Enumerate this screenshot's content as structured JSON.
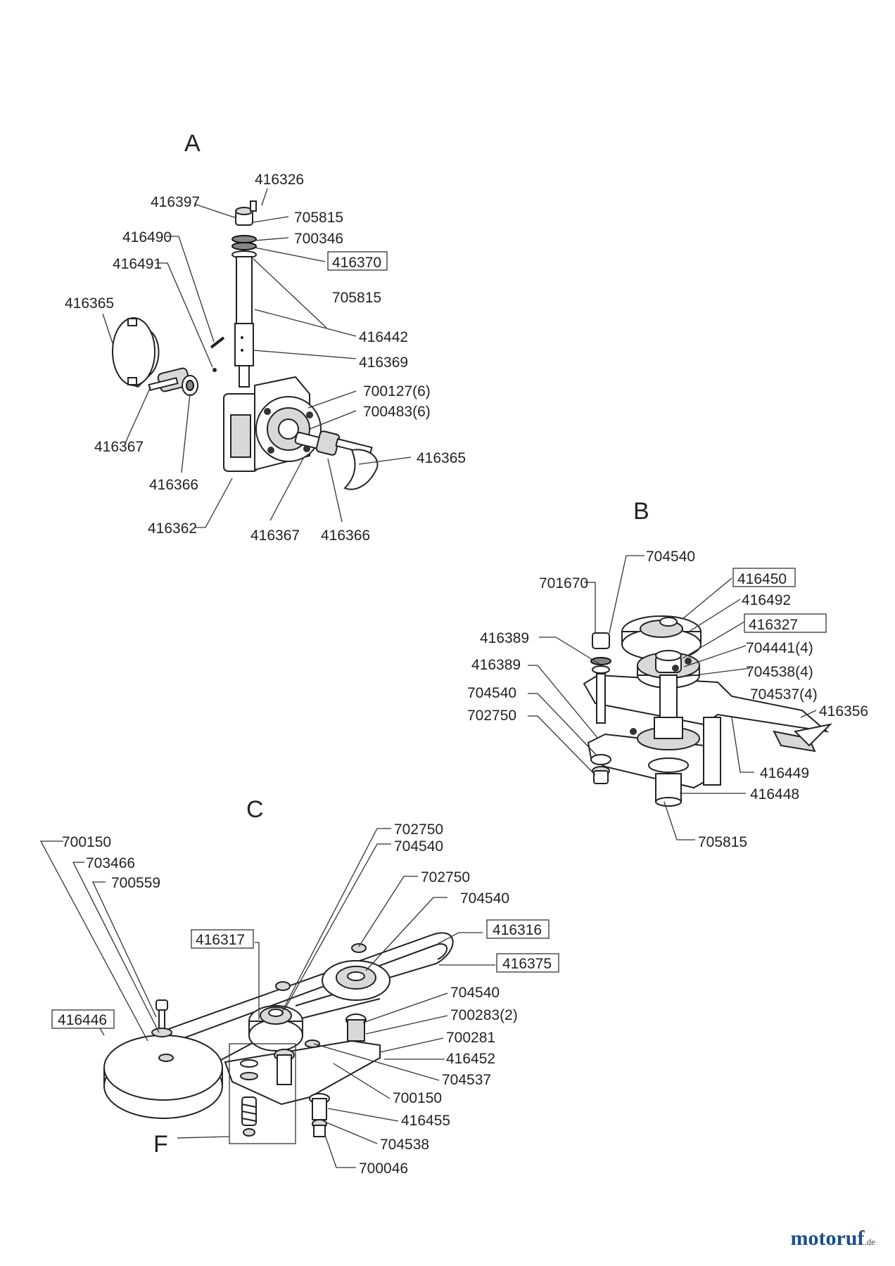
{
  "sections": {
    "A": {
      "letter": "A",
      "labels": [
        "416326",
        "416397",
        "705815",
        "700346",
        "416370",
        "416490",
        "416491",
        "705815",
        "416365",
        "416442",
        "416369",
        "700127(6)",
        "700483(6)",
        "416367",
        "416365",
        "416366",
        "416362",
        "416367",
        "416366"
      ]
    },
    "B": {
      "letter": "B",
      "labels": [
        "704540",
        "701670",
        "416450",
        "416492",
        "416389",
        "416327",
        "704441(4)",
        "416389",
        "704538(4)",
        "704537(4)",
        "704540",
        "416356",
        "702750",
        "416449",
        "416448",
        "705815"
      ]
    },
    "C": {
      "letter": "C",
      "labels": [
        "700150",
        "703466",
        "700559",
        "702750",
        "704540",
        "702750",
        "704540",
        "416317",
        "416316",
        "416375",
        "416446",
        "704540",
        "700283(2)",
        "700281",
        "416452",
        "704537",
        "700150",
        "416455",
        "704538",
        "700046"
      ]
    },
    "F": {
      "letter": "F"
    }
  },
  "watermark": {
    "name": "motoruf",
    "suffix": ".de",
    "color": "#1a4f8a"
  }
}
